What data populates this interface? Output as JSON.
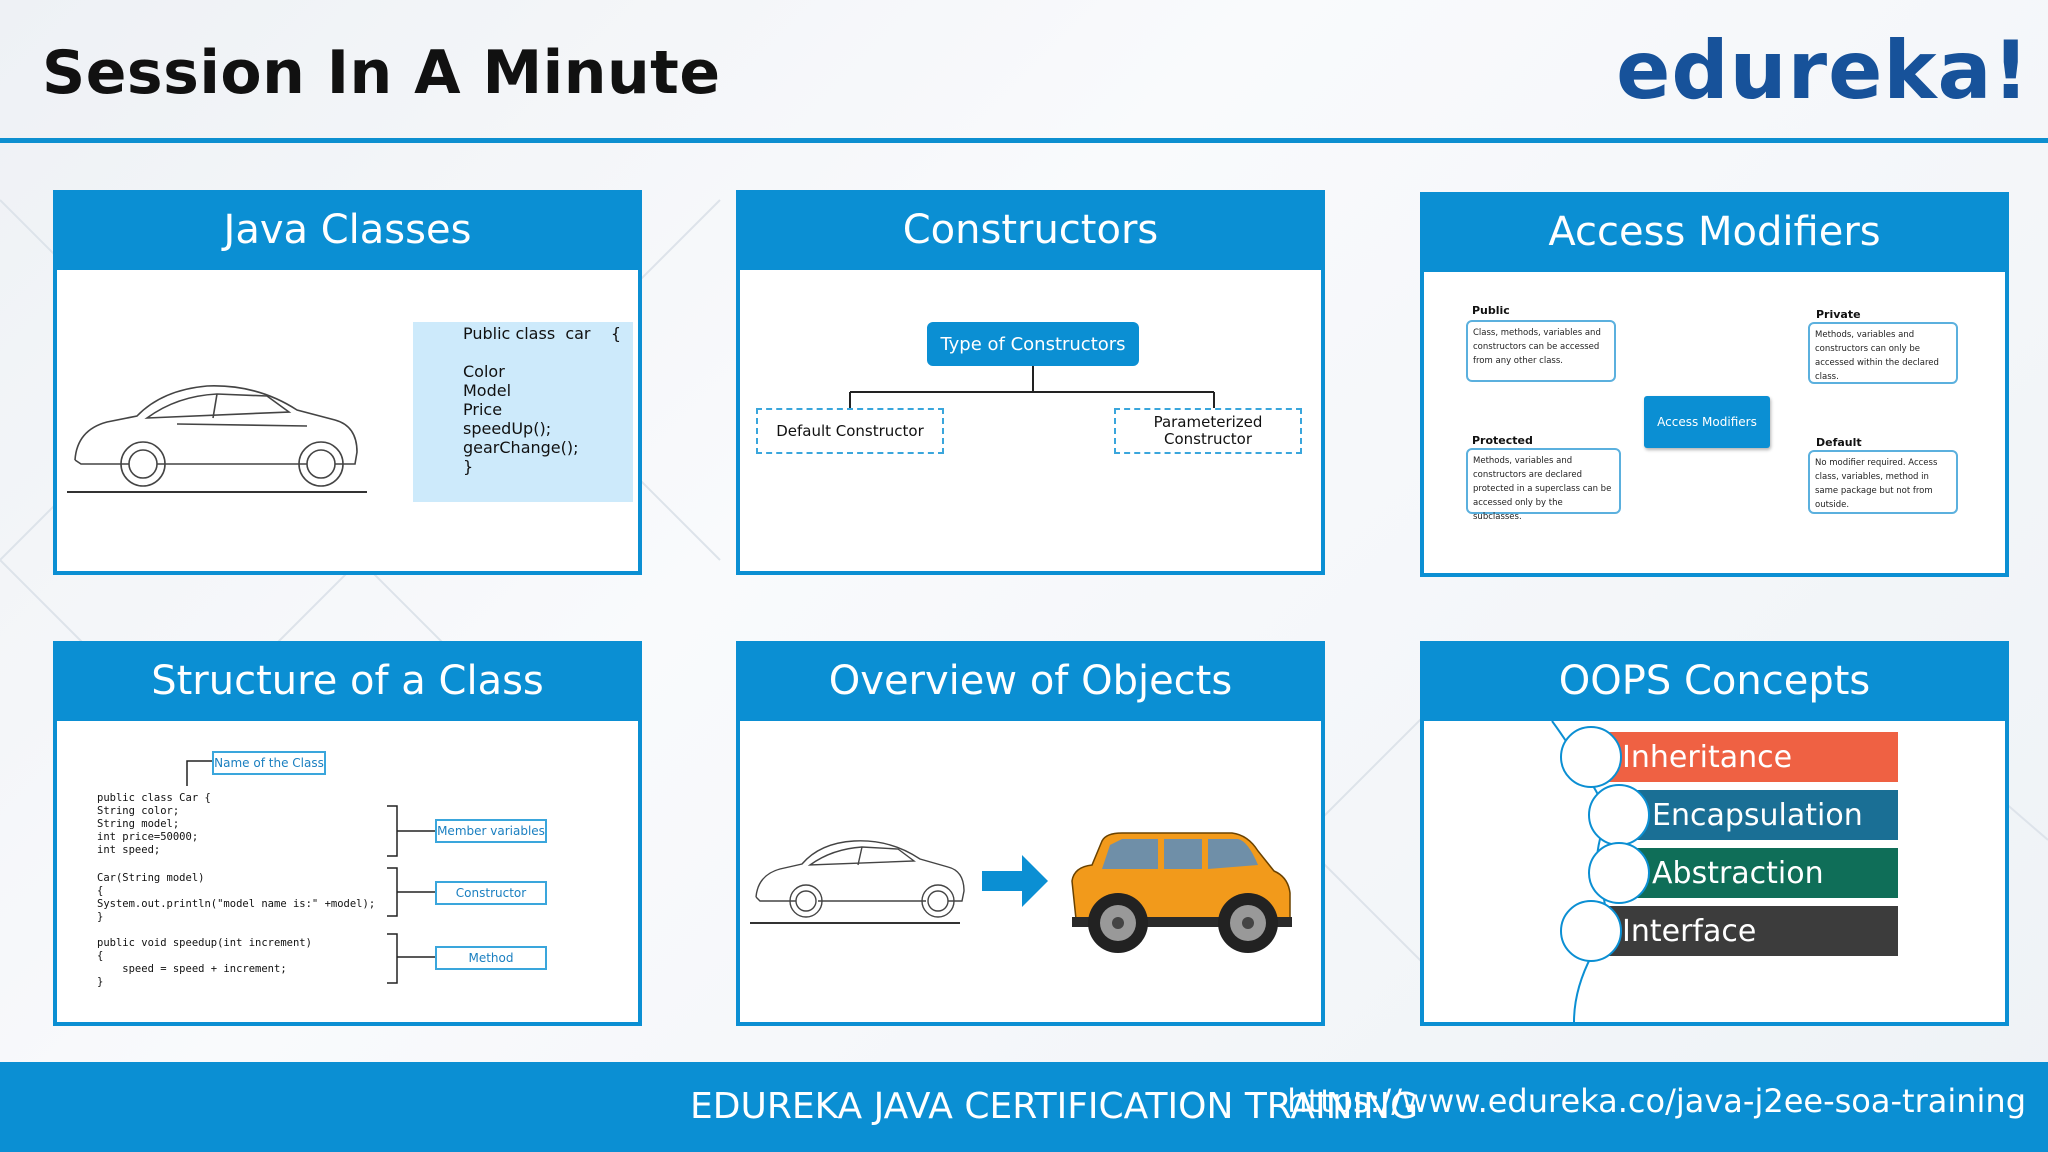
{
  "header": {
    "title": "Session In A Minute",
    "logo": "edureka!"
  },
  "cards": {
    "java_classes": {
      "title": "Java Classes",
      "code": [
        "Public class  car    {",
        "Color",
        "Model",
        "Price",
        "speedUp();",
        "gearChange();",
        "}"
      ]
    },
    "constructors": {
      "title": "Constructors",
      "main": "Type of Constructors",
      "left": "Default Constructor",
      "right_line1": "Parameterized",
      "right_line2": "Constructor"
    },
    "access_modifiers": {
      "title": "Access Modifiers",
      "center": "Access Modifiers",
      "public_label": "Public",
      "public_text": "Class, methods, variables and constructors can be accessed from any other class.",
      "private_label": "Private",
      "private_text": "Methods, variables and constructors can only be accessed within the declared class.",
      "protected_label": "Protected",
      "protected_text": "Methods, variables and constructors are declared protected in a superclass can be accessed only by the subclasses.",
      "default_label": "Default",
      "default_text": "No modifier required. Access class, variables, method in same package but not from outside."
    },
    "structure": {
      "title": "Structure of a Class",
      "code": [
        "public class Car {",
        "String color;",
        "String model;",
        "int price=50000;",
        "int speed;",
        "",
        "Car(String model)",
        "{",
        "System.out.println(\"model name is:\" +model);",
        "}",
        "",
        "public void speedup(int increment)",
        "{",
        "    speed = speed + increment;",
        "}"
      ],
      "name_label": "Name of the Class",
      "member_label": "Member variables",
      "constructor_label": "Constructor",
      "method_label": "Method"
    },
    "objects": {
      "title": "Overview of Objects"
    },
    "oops": {
      "title": "OOPS Concepts",
      "items": [
        "Inheritance",
        "Encapsulation",
        "Abstraction",
        "Interface"
      ]
    }
  },
  "colors": {
    "accent": "#0b8fd3",
    "logo": "#17529a",
    "inheritance": "#ef6143",
    "encapsulation": "#1a6f95",
    "abstraction": "#0f6e58",
    "interface": "#3c3c3c",
    "car_orange": "#f29a1b"
  },
  "footer": {
    "left": "EDUREKA JAVA CERTIFICATION TRAINING",
    "right": "https://www.edureka.co/java-j2ee-soa-training"
  }
}
